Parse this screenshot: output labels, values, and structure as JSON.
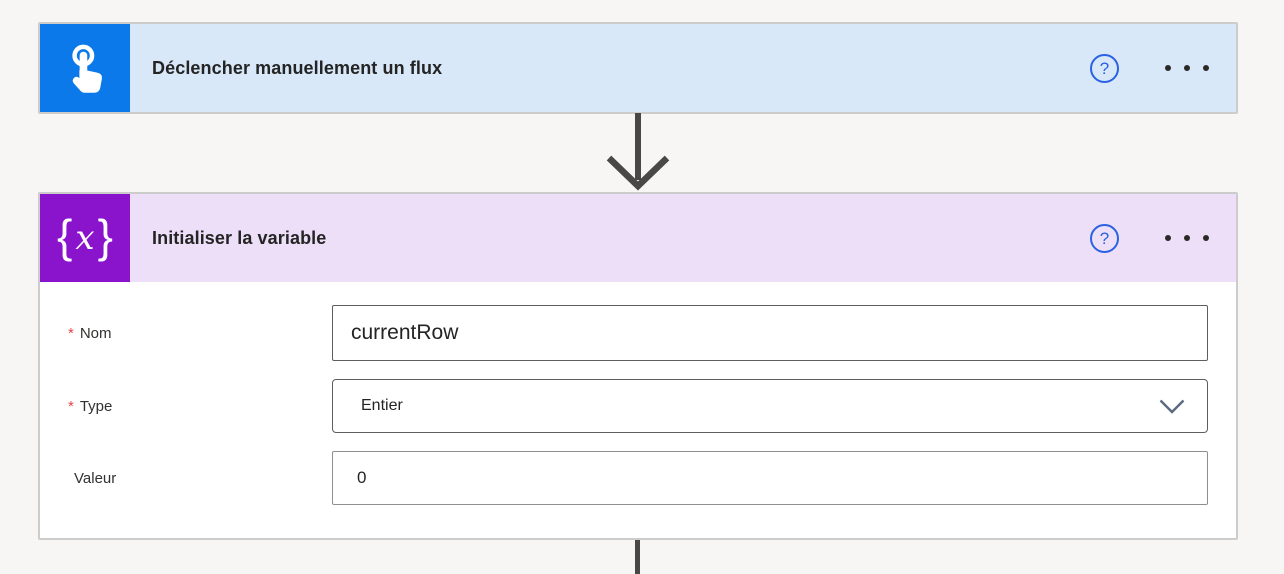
{
  "colors": {
    "canvas_bg": "#f7f6f5",
    "card_border": "#cccccc",
    "trigger_icon_bg": "#0b79ea",
    "trigger_header_bg": "#d8e8f9",
    "action_icon_bg": "#8a14cb",
    "action_header_bg": "#ecdff7",
    "help_blue": "#2b62e3",
    "required_red": "#e0484e",
    "connector": "#4a4846",
    "input_border_dark": "#605e5c",
    "input_border_light": "#8f8f8f",
    "text_dark": "#242424",
    "label_color": "#323130",
    "dot_color": "#2b2926"
  },
  "icons": {
    "help": "?",
    "variable_brace_open": "{",
    "variable_x": "x",
    "variable_brace_close": "}"
  },
  "trigger_card": {
    "title": "Déclencher manuellement un flux"
  },
  "action_card": {
    "title": "Initialiser la variable",
    "fields": [
      {
        "label": "Nom",
        "required_marker": "*",
        "value": "currentRow",
        "control": "text"
      },
      {
        "label": "Type",
        "required_marker": "*",
        "value": "Entier",
        "control": "dropdown"
      },
      {
        "label": "Valeur",
        "required_marker": "",
        "value": "0",
        "control": "text"
      }
    ]
  }
}
